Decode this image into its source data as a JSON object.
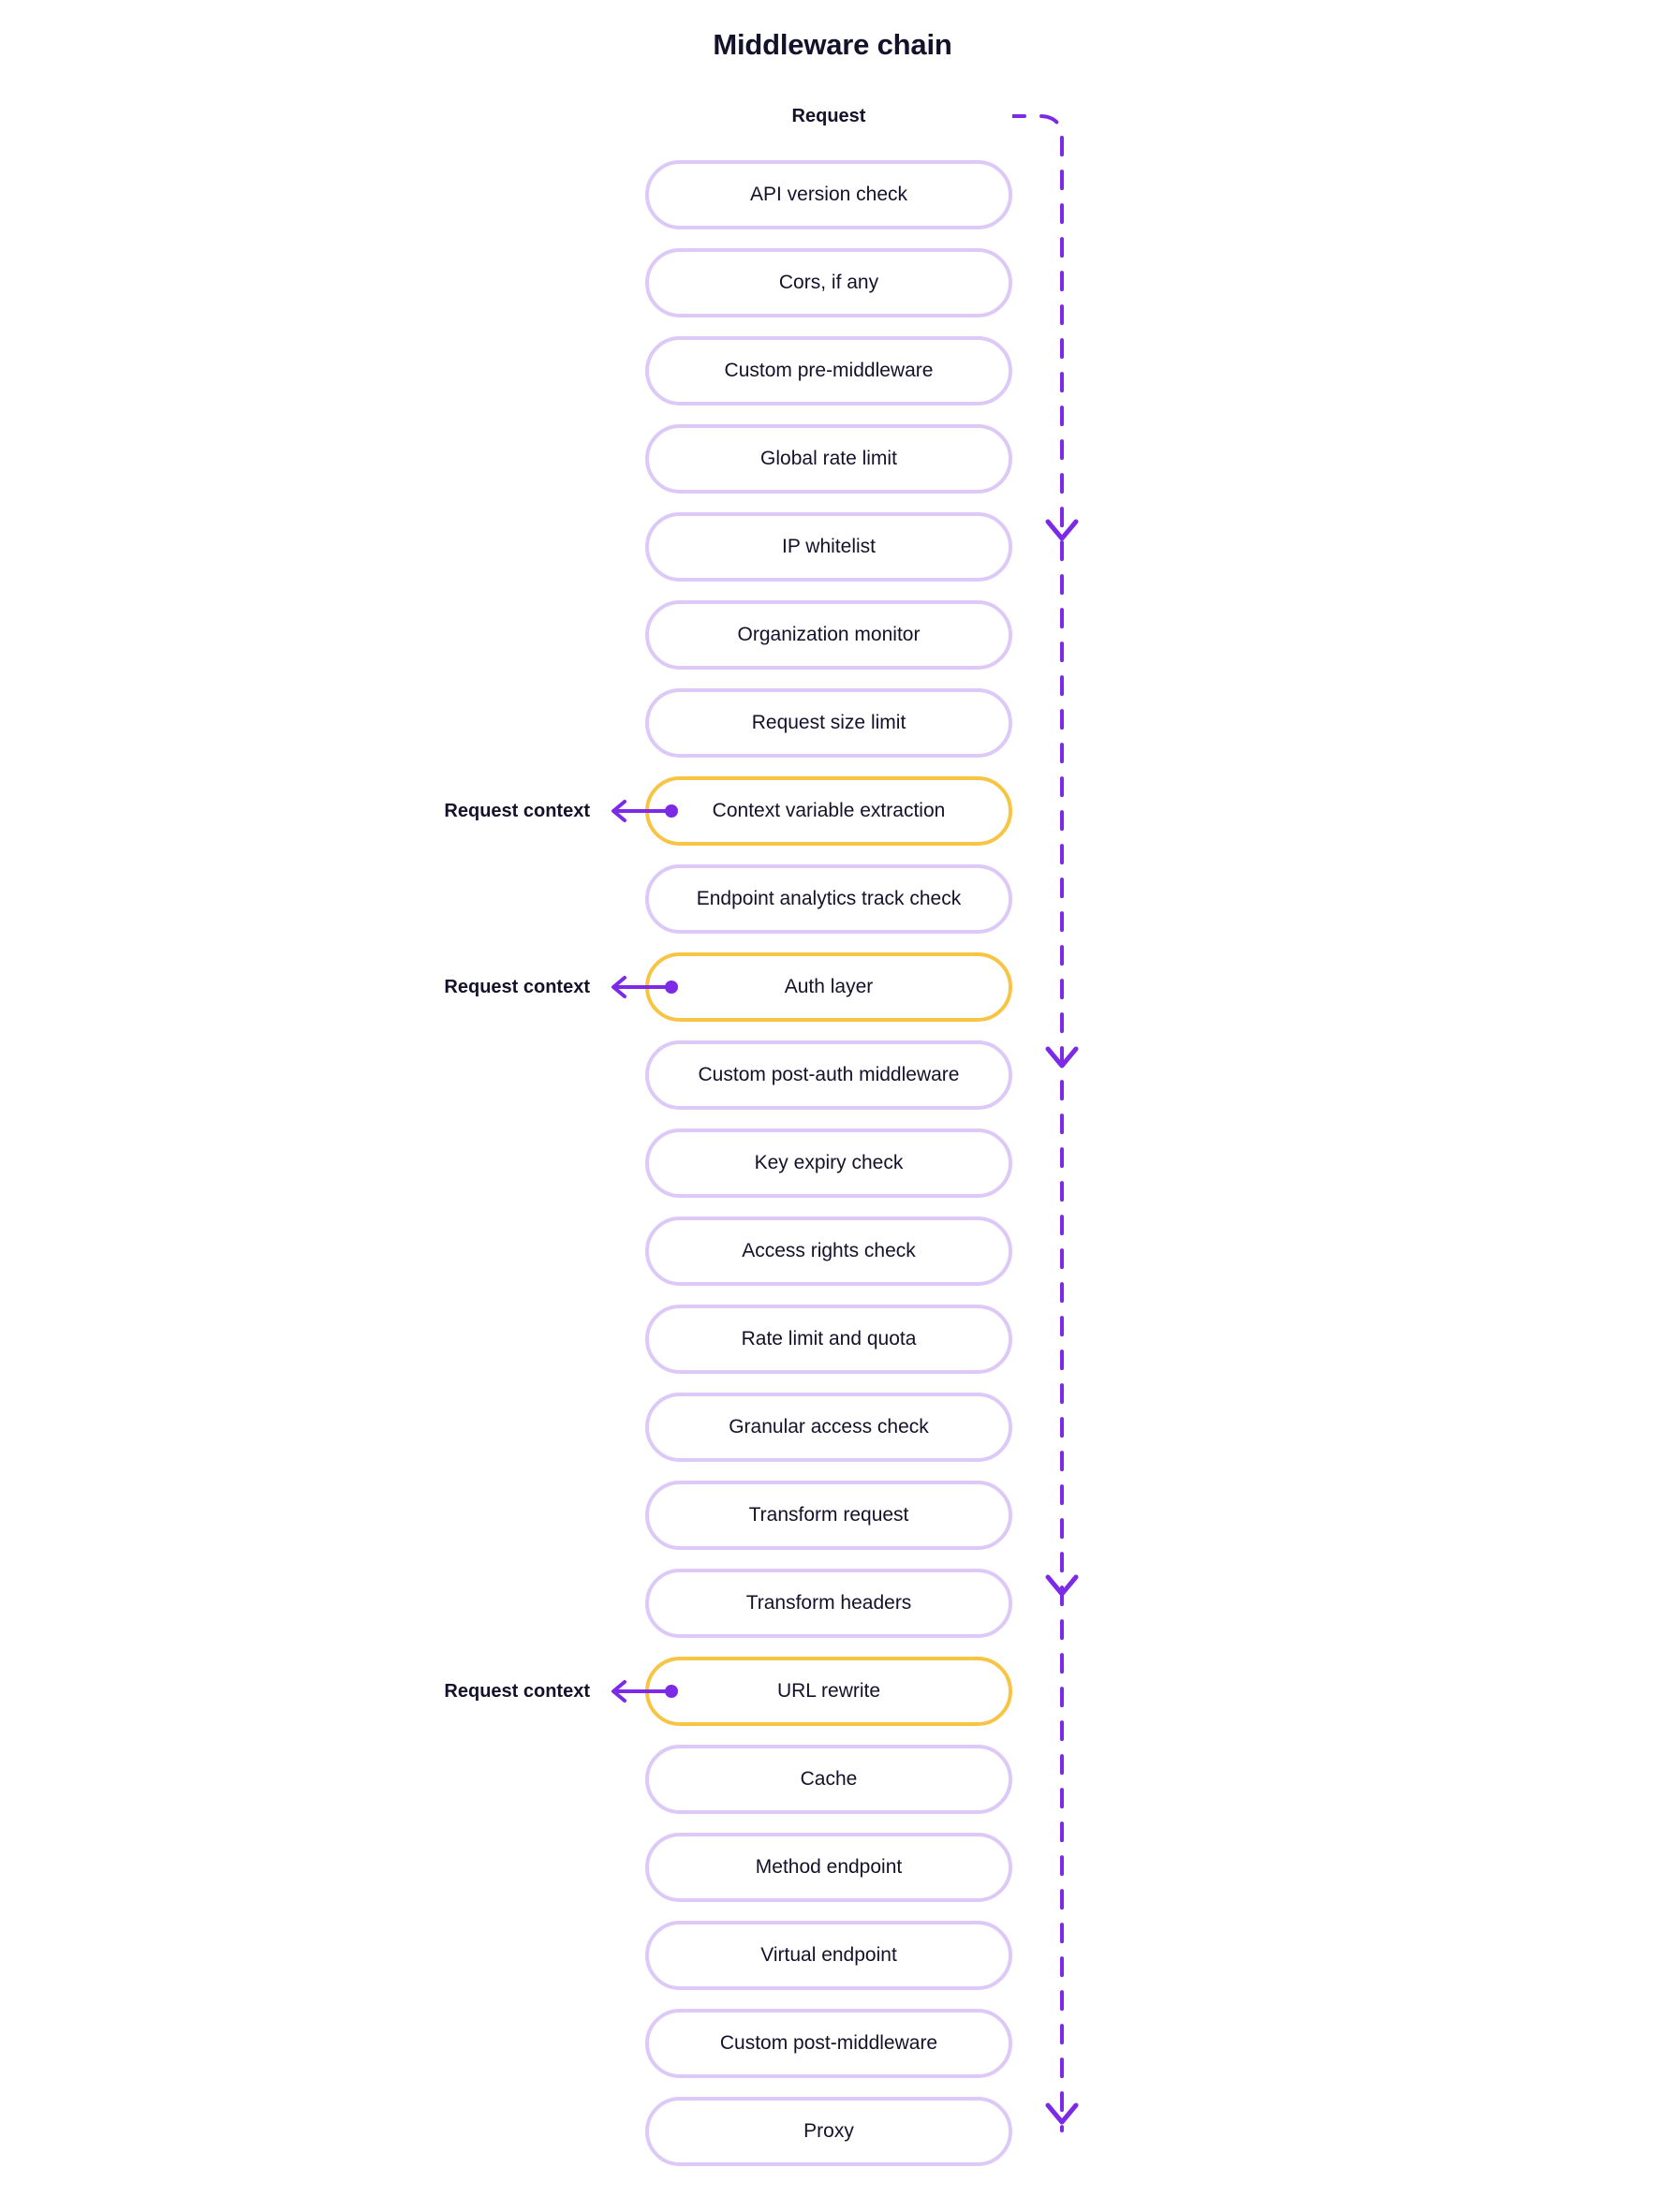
{
  "title": "Middleware chain",
  "flow": {
    "entry_label": "Request",
    "entry_dot_color": "#7c2ae8",
    "flow_line_color": "#7c2ae8"
  },
  "colors": {
    "node_border_default": "#ddc9f8",
    "node_border_context": "#f8c444",
    "text": "#14122b",
    "accent_purple": "#7c2ae8",
    "background": "#ffffff"
  },
  "chain": {
    "nodes": [
      {
        "label": "API version check",
        "kind": "default"
      },
      {
        "label": "Cors, if any",
        "kind": "default"
      },
      {
        "label": "Custom pre-middleware",
        "kind": "default"
      },
      {
        "label": "Global rate limit",
        "kind": "default"
      },
      {
        "label": "IP whitelist",
        "kind": "default"
      },
      {
        "label": "Organization monitor",
        "kind": "default"
      },
      {
        "label": "Request size limit",
        "kind": "default"
      },
      {
        "label": "Context variable extraction",
        "kind": "context"
      },
      {
        "label": "Endpoint analytics track check",
        "kind": "default"
      },
      {
        "label": "Auth layer",
        "kind": "context"
      },
      {
        "label": "Custom post-auth middleware",
        "kind": "default"
      },
      {
        "label": "Key expiry check",
        "kind": "default"
      },
      {
        "label": "Access rights check",
        "kind": "default"
      },
      {
        "label": "Rate limit and quota",
        "kind": "default"
      },
      {
        "label": "Granular access check",
        "kind": "default"
      },
      {
        "label": "Transform request",
        "kind": "default"
      },
      {
        "label": "Transform headers",
        "kind": "default"
      },
      {
        "label": "URL rewrite",
        "kind": "context"
      },
      {
        "label": "Cache",
        "kind": "default"
      },
      {
        "label": "Method endpoint",
        "kind": "default"
      },
      {
        "label": "Virtual endpoint",
        "kind": "default"
      },
      {
        "label": "Custom post-middleware",
        "kind": "default"
      },
      {
        "label": "Proxy",
        "kind": "default"
      }
    ]
  },
  "annotations": [
    {
      "label": "Request context",
      "target_node_index": 7
    },
    {
      "label": "Request context",
      "target_node_index": 9
    },
    {
      "label": "Request context",
      "target_node_index": 17
    }
  ]
}
